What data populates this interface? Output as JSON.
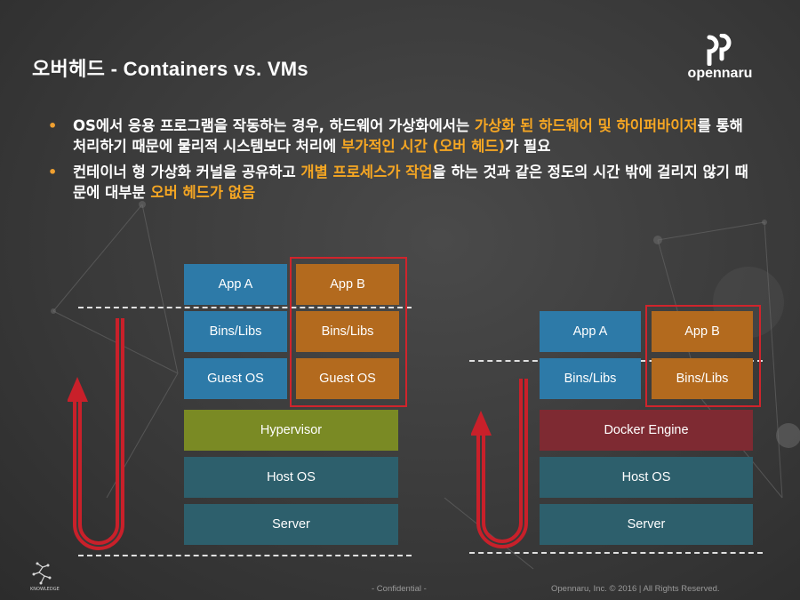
{
  "slide": {
    "title": "오버헤드 - Containers vs. VMs",
    "logo_text": "opennaru"
  },
  "bullets": [
    {
      "segments": [
        {
          "text": "OS에서 응용 프로그램을 작동하는 경우, 하드웨어 가상화에서는 ",
          "highlight": false
        },
        {
          "text": "가상화 된 하드웨어 및 하이퍼바이저",
          "highlight": true
        },
        {
          "text": "를 통해 처리하기 때문에 물리적 시스템보다 처리에 ",
          "highlight": false
        },
        {
          "text": "부가적인 시간 (오버 헤드)",
          "highlight": true
        },
        {
          "text": "가 필요",
          "highlight": false
        }
      ]
    },
    {
      "segments": [
        {
          "text": "컨테이너 형 가상화 커널을 공유하고 ",
          "highlight": false
        },
        {
          "text": "개별 프로세스가 작업",
          "highlight": true
        },
        {
          "text": "을 하는 것과 같은 정도의 시간 밖에 걸리지 않기 때문에 대부분 ",
          "highlight": false
        },
        {
          "text": "오버 헤드가 없음",
          "highlight": true
        }
      ]
    }
  ],
  "vm_stack": {
    "app_a": "App A",
    "app_b": "App B",
    "bins_a": "Bins/Libs",
    "bins_b": "Bins/Libs",
    "guest_a": "Guest OS",
    "guest_b": "Guest OS",
    "hypervisor": "Hypervisor",
    "host_os": "Host OS",
    "server": "Server"
  },
  "container_stack": {
    "app_a": "App A",
    "app_b": "App B",
    "bins_a": "Bins/Libs",
    "bins_b": "Bins/Libs",
    "engine": "Docker Engine",
    "host_os": "Host OS",
    "server": "Server"
  },
  "footer": {
    "confidential": "- Confidential -",
    "copyright": "Opennaru, Inc. ©  2016 | All Rights Reserved.",
    "knowledge": "KNOWLEDGE"
  },
  "colors": {
    "highlight": "#f5a623",
    "blue": "#2d7aa8",
    "orange": "#b36a1e",
    "hypervisor": "#7a8a24",
    "teal": "#2d5f6c",
    "docker_engine": "#7e2a32",
    "frame": "#d0242c"
  }
}
